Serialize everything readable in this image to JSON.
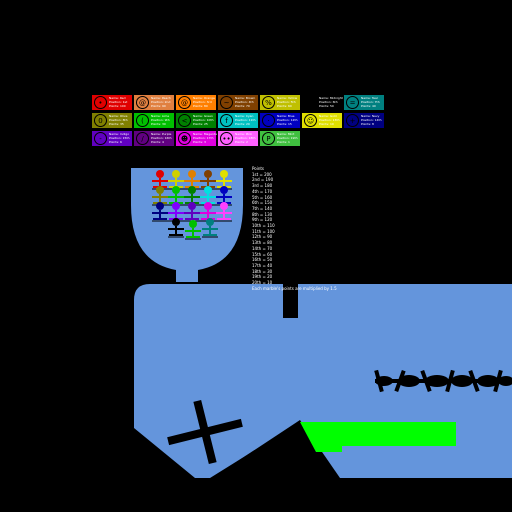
{
  "legend": [
    {
      "color": "#e00000",
      "glyph": "•",
      "text": [
        "Name: Red",
        "Position: 1st",
        "Points: 100"
      ]
    },
    {
      "color": "#e08040",
      "glyph": "@",
      "text": [
        "Name: Peach",
        "Position: 2nd",
        "Points: 90"
      ]
    },
    {
      "color": "#ff7f00",
      "glyph": "@",
      "text": [
        "Name: Orange",
        "Position: 3rd",
        "Points: 80"
      ]
    },
    {
      "color": "#804000",
      "glyph": "~",
      "text": [
        "Name: Brown",
        "Position: 4th",
        "Points: 70"
      ]
    },
    {
      "color": "#c0c000",
      "glyph": "%",
      "text": [
        "Name: Yellow",
        "Position: 5th",
        "Points: 60"
      ]
    },
    {
      "color": "#000000",
      "glyph": "",
      "text": [
        "Name: Midnight",
        "Position: 6th",
        "Points: 50"
      ]
    },
    {
      "color": "#008080",
      "glyph": "=",
      "text": [
        "Name: Teal",
        "Position: 7th",
        "Points: 40"
      ]
    },
    {
      "color": "#808000",
      "glyph": "0",
      "text": [
        "Name: Olive",
        "Position: 8th",
        "Points: 35"
      ]
    },
    {
      "color": "#00c000",
      "glyph": "(",
      "text": [
        "Name: Lime",
        "Position: 9th",
        "Points: 30"
      ]
    },
    {
      "color": "#008000",
      "glyph": "<",
      "text": [
        "Name: Green",
        "Position: 10th",
        "Points: 25"
      ]
    },
    {
      "color": "#00c0c0",
      "glyph": "f",
      "text": [
        "Name: Cyan",
        "Position: 11th",
        "Points: 20"
      ]
    },
    {
      "color": "#0000c0",
      "glyph": "·",
      "text": [
        "Name: Blue",
        "Position: 12th",
        "Points: 15"
      ]
    },
    {
      "color": "#e0e000",
      "glyph": "☺",
      "text": [
        "Name: Gold",
        "Position: 13th",
        "Points: 10"
      ]
    },
    {
      "color": "#000080",
      "glyph": "+",
      "text": [
        "Name: Navy",
        "Position: 14th",
        "Points: 8"
      ]
    },
    {
      "color": "#6000c0",
      "glyph": "-",
      "text": [
        "Name: Indigo",
        "Position: 15th",
        "Points: 6"
      ]
    },
    {
      "color": "#600080",
      "glyph": "/",
      "text": [
        "Name: Purple",
        "Position: 16th",
        "Points: 4"
      ]
    },
    {
      "color": "#e000e0",
      "glyph": "☻",
      "text": [
        "Name: Magenta",
        "Position: 17th",
        "Points: 3"
      ]
    },
    {
      "color": "#ff60ff",
      "glyph": "••",
      "text": [
        "Name: Pink",
        "Position: 18th",
        "Points: 2"
      ]
    },
    {
      "color": "#40c040",
      "glyph": "P",
      "text": [
        "Name: Mint",
        "Position: 19th",
        "Points: 1"
      ]
    }
  ],
  "points": {
    "title": "Points",
    "lines": [
      "1st = 200",
      "2nd = 190",
      "3rd = 180",
      "4th = 170",
      "5th = 160",
      "6th = 150",
      "7th = 140",
      "8th = 130",
      "9th = 120",
      "10th = 110",
      "11th = 100",
      "12th = 90",
      "13th = 80",
      "14th = 70",
      "15th = 60",
      "16th = 50",
      "17th = 40",
      "18th = 30",
      "19th = 20",
      "20th = 10"
    ],
    "footer": "Each marble's points are multiplied by 1.5"
  },
  "racers_colors": [
    "#e00000",
    "#d0d000",
    "#e08000",
    "#804000",
    "#e0e000",
    "#808000",
    "#00c000",
    "#008000",
    "#00e0e0",
    "#0000c0",
    "#000080",
    "#8000ff",
    "#6000c0",
    "#e000e0",
    "#ff40ff",
    "#000000",
    "#00c000",
    "#008080"
  ],
  "colors": {
    "arena": "#6495dc",
    "ink": "#000000",
    "goal": "#00ff00"
  }
}
